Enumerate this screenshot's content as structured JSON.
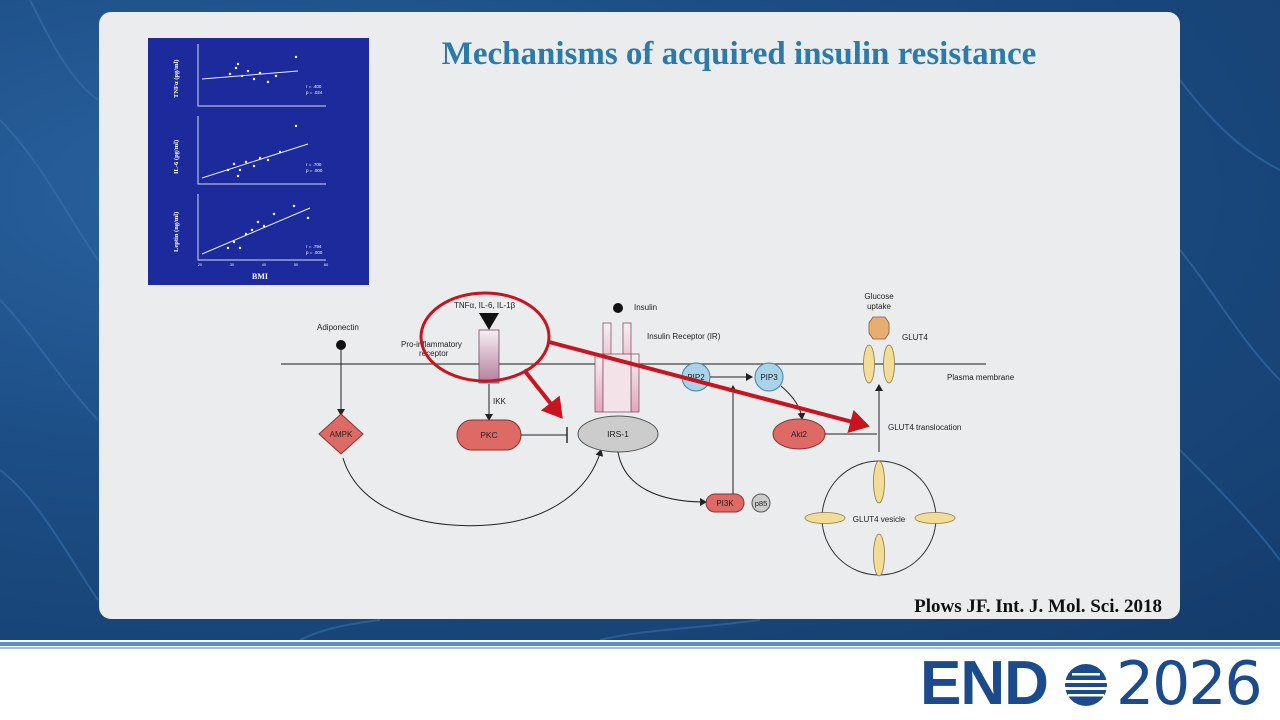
{
  "slide": {
    "title": "Mechanisms of acquired insulin resistance",
    "citation": "Plows JF. Int. J. Mol. Sci. 2018"
  },
  "scatter_plots": {
    "panels": [
      {
        "ylabel": "TNFα (pg/ml)",
        "stats": [
          "r = .400",
          "p = .024"
        ]
      },
      {
        "ylabel": "IL-6 (pg/ml)",
        "stats": [
          "r = .700",
          "p = .000"
        ]
      },
      {
        "ylabel": "Leptin (ng/ml)",
        "stats": [
          "r = .794",
          "p = .000"
        ]
      }
    ],
    "xlabel": "BMI",
    "x_ticks": [
      "20",
      "30",
      "40",
      "50",
      "60"
    ]
  },
  "diagram": {
    "adiponectin": "Adiponectin",
    "cytokines": "TNFα, IL-6, IL-1β",
    "pro_inflammatory_1": "Pro-inflammatory",
    "pro_inflammatory_2": "receptor",
    "insulin": "Insulin",
    "insulin_receptor": "Insulin Receptor (IR)",
    "glucose_1": "Glucose",
    "glucose_2": "uptake",
    "glut4": "GLUT4",
    "plasma_membrane": "Plasma membrane",
    "ikk": "IKK",
    "pkc": "PKC",
    "ampk": "AMPK",
    "irs1": "IRS-1",
    "pip2": "PIP2",
    "pip3": "PIP3",
    "akt2": "Akt2",
    "glut4_translocation": "GLUT4 translocation",
    "pi3k": "PI3K",
    "p85": "p85",
    "glut4_vesicle": "GLUT4 vesicle"
  },
  "logo": {
    "brand": "END",
    "year": "2026"
  },
  "colors": {
    "title": "#2b7aa8",
    "annotation_red": "#c8141e",
    "node_red": "#de6a66",
    "node_blue": "#a9d3ea",
    "glut_yellow": "#f2dc96",
    "plot_bg": "#1c2a9c",
    "logo_blue": "#1c4b8c"
  }
}
